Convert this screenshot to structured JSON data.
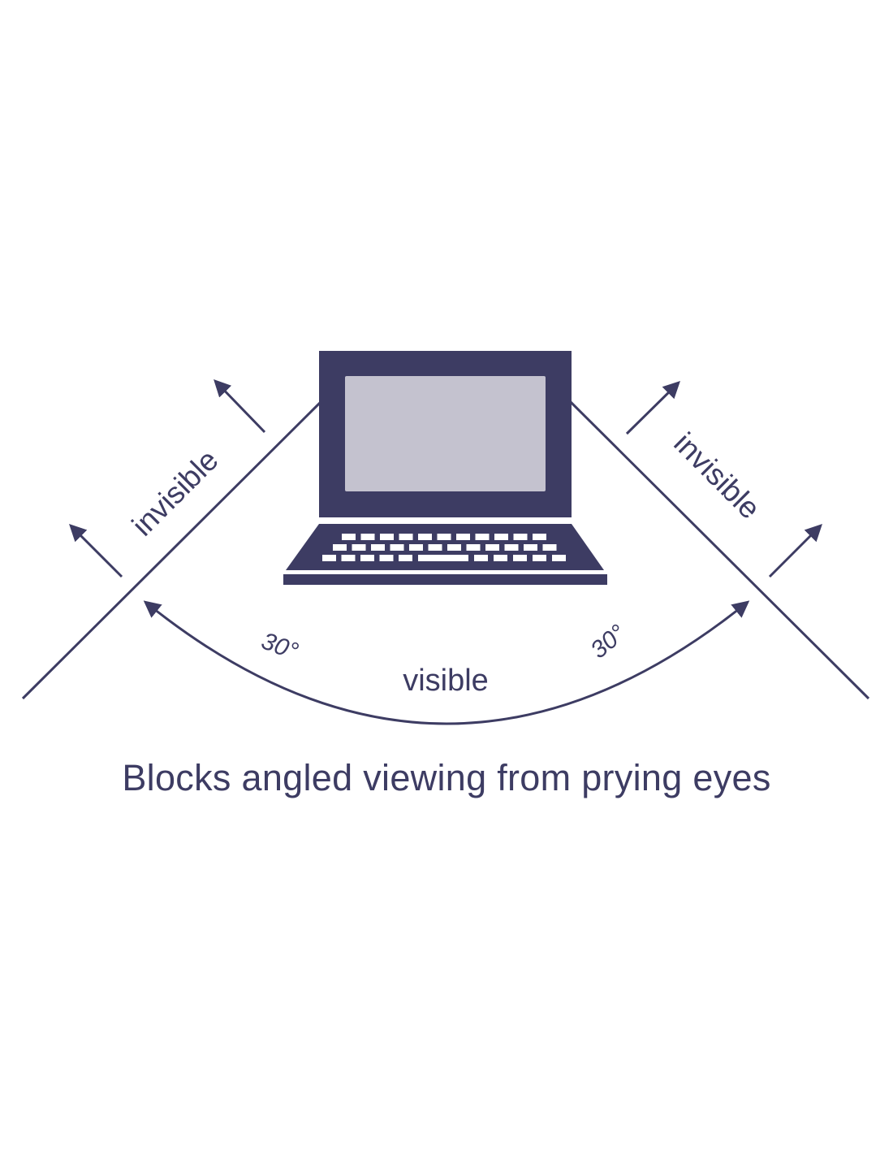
{
  "colors": {
    "ink": "#3d3c63",
    "screen": "#c4c2cf",
    "key": "#ffffff",
    "background": "#ffffff"
  },
  "labels": {
    "left_zone": "invisible",
    "right_zone": "invisible",
    "center_zone": "visible",
    "left_angle": "30°",
    "right_angle": "30°"
  },
  "caption": "Blocks angled viewing from prying eyes",
  "icons": {
    "device": "laptop-icon",
    "outward_arrows": "arrow-icon",
    "arc": "double-headed-arc-arrow"
  }
}
